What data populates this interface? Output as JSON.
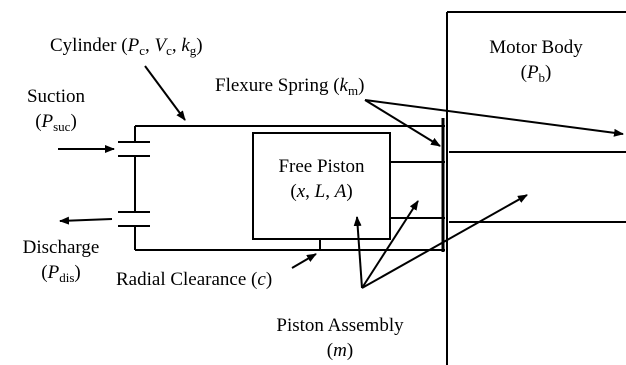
{
  "labels": {
    "cylinder": {
      "text": "Cylinder (",
      "p": "P",
      "p_sub": "c",
      "sep1": ", ",
      "v": "V",
      "v_sub": "c",
      "sep2": ", ",
      "k": "k",
      "k_sub": "g",
      "close": ")"
    },
    "motor_body": {
      "line1": "Motor Body",
      "p": "P",
      "p_sub": "b"
    },
    "flexure_spring": {
      "text": "Flexure Spring (",
      "k": "k",
      "k_sub": "m",
      "close": ")"
    },
    "suction": {
      "line1": "Suction",
      "p": "P",
      "p_sub": "suc"
    },
    "discharge": {
      "line1": "Discharge",
      "p": "P",
      "p_sub": "dis"
    },
    "free_piston": {
      "line1": "Free Piston",
      "x": "x",
      "sep1": ", ",
      "l": "L",
      "sep2": ", ",
      "a": "A"
    },
    "radial_clearance": {
      "text": "Radial Clearance (",
      "c": "c",
      "close": ")"
    },
    "piston_assembly": {
      "line1": "Piston Assembly",
      "m": "m"
    }
  },
  "colors": {
    "stroke": "#000000",
    "background": "#ffffff"
  }
}
